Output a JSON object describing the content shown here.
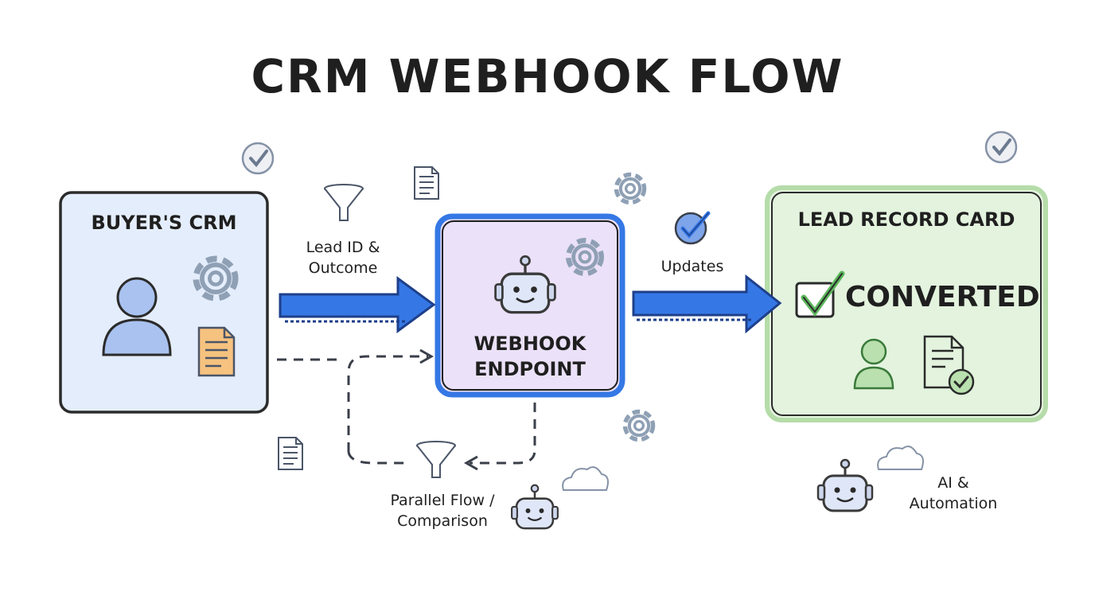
{
  "title": "CRM WEBHOOK FLOW",
  "nodes": {
    "buyer_crm": {
      "title": "BUYER'S CRM",
      "fill": "#e4edfb",
      "stroke": "#2b2b2b"
    },
    "webhook": {
      "title_line1": "WEBHOOK",
      "title_line2": "ENDPOINT",
      "fill": "#ebe1f8",
      "stroke": "#3578e5"
    },
    "lead_card": {
      "title": "LEAD RECORD CARD",
      "status": "CONVERTED",
      "fill": "#e3f3de",
      "stroke": "#b5dca9"
    }
  },
  "labels": {
    "lead_outcome": "Lead ID &\nOutcome",
    "updates": "Updates",
    "parallel": "Parallel Flow /\nComparison",
    "ai": "AI &\nAutomation"
  },
  "colors": {
    "arrow": "#3578e5",
    "arrow_dark": "#1e3f8a",
    "gear": "#8fa0b5",
    "robot": "#dfe6f7",
    "check_green": "#5cb85c",
    "doc_orange": "#f6c27f"
  },
  "icons": [
    "check-circle-icon",
    "funnel-icon",
    "document-icon",
    "gear-icon",
    "user-icon",
    "robot-icon",
    "cloud-icon",
    "checkbox-icon"
  ]
}
